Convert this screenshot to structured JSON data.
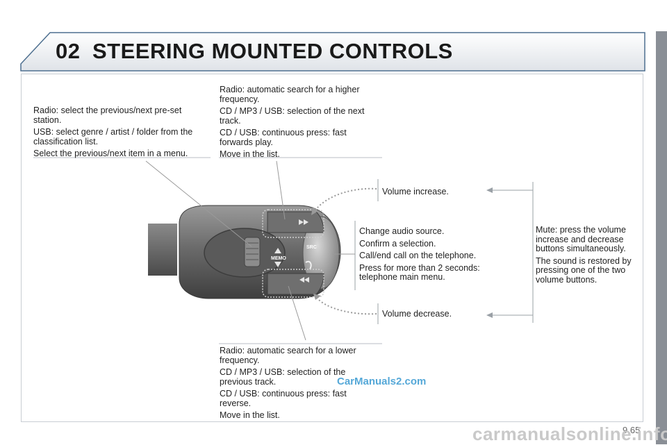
{
  "header": {
    "chapter_number": "02",
    "title": "STEERING MOUNTED CONTROLS"
  },
  "labels": {
    "left_top": [
      "Radio: select the previous/next pre-set station.",
      "USB: select genre / artist / folder from the classification list.",
      "Select the previous/next item in a menu."
    ],
    "center_top": [
      "Radio: automatic search for a higher frequency.",
      "CD / MP3 / USB: selection of the next track.",
      "CD / USB: continuous press: fast forwards play.",
      "Move in the list."
    ],
    "volume_increase": "Volume increase.",
    "center_mid": [
      "Change audio source.",
      "Confirm a selection.",
      "Call/end call on the telephone.",
      "Press for more than 2 seconds: telephone main menu."
    ],
    "right_mute": [
      "Mute: press the volume increase and decrease buttons simultaneously.",
      "The sound is restored by pressing one of the two volume buttons."
    ],
    "volume_decrease": "Volume decrease.",
    "center_bottom": [
      "Radio: automatic search for a lower frequency.",
      "CD / MP3 / USB: selection of the previous track.",
      "CD / USB: continuous press: fast reverse.",
      "Move in the list."
    ]
  },
  "control_labels": {
    "memo": "MEMO",
    "src": "SRC"
  },
  "page_number": "9.65",
  "watermark": "CarManuals2.com",
  "watermark_bottom": "carmanualsonline.info"
}
